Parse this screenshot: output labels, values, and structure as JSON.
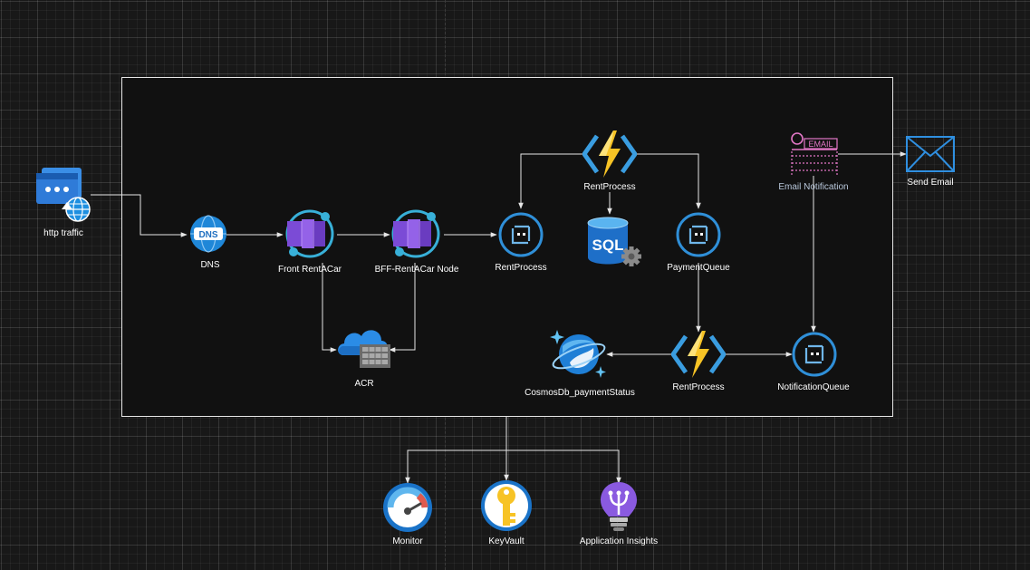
{
  "nodes": {
    "http_traffic": "http traffic",
    "dns": "DNS",
    "front": "Front RentACar",
    "bff": "BFF-RentACar Node",
    "acr": "ACR",
    "rent_process_queue": "RentProcess",
    "rent_process_function": "RentProcess",
    "sql_badge": "SQL",
    "payment_queue": "PaymentQueue",
    "rent_process_function_2": "RentProcess",
    "cosmos": "CosmosDb_paymentStatus",
    "notification_queue": "NotificationQueue",
    "email_notification": "Email Notification",
    "email_badge": "EMAIL",
    "send_email": "Send Email",
    "monitor": "Monitor",
    "keyvault": "KeyVault",
    "app_insights": "Application Insights",
    "dns_badge": "DNS"
  },
  "colors": {
    "background": "#181818",
    "container": "#111111",
    "wire": "#e6e6e6",
    "azure_blue": "#1e90d6",
    "function_yellow": "#f7c325",
    "container_purple": "#7b4bd6",
    "email_pink": "#e277c6"
  },
  "icons": {
    "http_traffic": "web-traffic-icon",
    "dns": "dns-zone-icon",
    "front": "container-app-icon",
    "bff": "container-app-icon",
    "acr": "container-registry-icon",
    "queue": "service-bus-queue-icon",
    "function": "azure-function-icon",
    "sql": "sql-database-icon",
    "cosmos": "cosmos-db-icon",
    "email": "email-template-icon",
    "send_email": "envelope-icon",
    "monitor": "monitor-gauge-icon",
    "keyvault": "key-vault-icon",
    "app_insights": "application-insights-icon"
  }
}
